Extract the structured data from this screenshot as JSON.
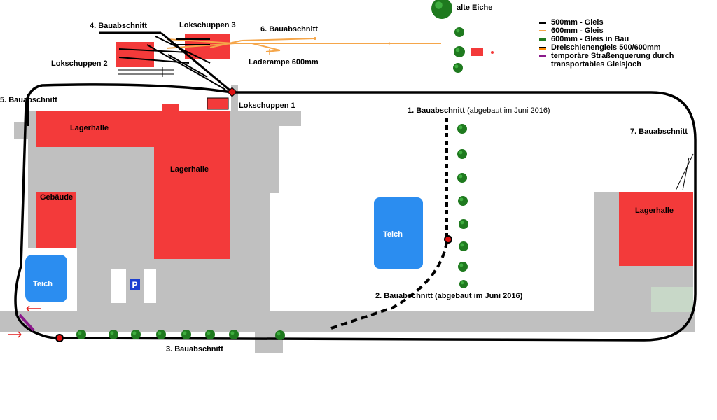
{
  "labels": {
    "abschnitt_4": "4. Bauabschnitt",
    "lokschuppen_3": "Lokschuppen 3",
    "abschnitt_6": "6. Bauabschnitt",
    "alte_eiche": "alte Eiche",
    "lokschuppen_2": "Lokschuppen 2",
    "laderampe": "Laderampe 600mm",
    "abschnitt_5": "5. Bauabschnitt",
    "lokschuppen_1": "Lokschuppen 1",
    "abschnitt_1": "1. Bauabschnitt",
    "abschnitt_1_note": "(abgebaut im Juni 2016)",
    "abschnitt_7": "7. Bauabschnitt",
    "lagerhalle_1": "Lagerhalle",
    "lagerhalle_2": "Lagerhalle",
    "lagerhalle_3": "Lagerhalle",
    "gebaeude": "Gebäude",
    "teich_1": "Teich",
    "teich_2": "Teich",
    "parking": "P",
    "abschnitt_2": "2. Bauabschnitt",
    "abschnitt_2_note": "(abgebaut im Juni 2016)",
    "abschnitt_3": "3. Bauabschnitt"
  },
  "legend": [
    {
      "label": "500mm - Gleis",
      "color": "#000000"
    },
    {
      "label": "600mm - Gleis",
      "color": "#f5a64a"
    },
    {
      "label": "600mm - Gleis in Bau",
      "color": "#1f7a1f"
    },
    {
      "label": "Dreischienengleis 500/600mm",
      "color": "#000000",
      "color2": "#ff8800"
    },
    {
      "label": "temporäre Straßenquerung durch transportables Gleisjoch",
      "color": "#8b1a8b"
    }
  ],
  "colors": {
    "building": "#f33a3a",
    "ground": "#c0c0c0",
    "water": "#2b8df0",
    "track_500": "#000000",
    "track_600": "#f5a64a",
    "tree": "#1f7a1f",
    "crossing": "#8b1a8b"
  }
}
